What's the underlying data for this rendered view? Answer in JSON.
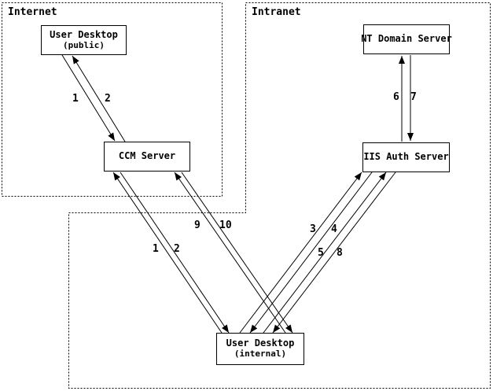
{
  "diagram": {
    "colors": {
      "ink": "#000000",
      "background": "#ffffff"
    },
    "regions": [
      {
        "id": "internet",
        "label": "Internet"
      },
      {
        "id": "intranet",
        "label": "Intranet"
      }
    ],
    "nodes": [
      {
        "id": "user-desktop-public",
        "title": "User Desktop",
        "subtitle": "(public)",
        "region": "internet"
      },
      {
        "id": "ccm-server",
        "title": "CCM Server",
        "subtitle": "",
        "region": "internet"
      },
      {
        "id": "nt-domain-server",
        "title": "NT Domain Server",
        "subtitle": "",
        "region": "intranet"
      },
      {
        "id": "iis-auth-server",
        "title": "IIS Auth Server",
        "subtitle": "",
        "region": "intranet"
      },
      {
        "id": "user-desktop-internal",
        "title": "User Desktop",
        "subtitle": "(internal)",
        "region": "intranet"
      }
    ],
    "edges": [
      {
        "label": "1",
        "from": "user-desktop-public",
        "to": "ccm-server"
      },
      {
        "label": "2",
        "from": "ccm-server",
        "to": "user-desktop-public"
      },
      {
        "label": "1",
        "from": "user-desktop-internal",
        "to": "ccm-server"
      },
      {
        "label": "2",
        "from": "ccm-server",
        "to": "user-desktop-internal"
      },
      {
        "label": "3",
        "from": "user-desktop-internal",
        "to": "iis-auth-server"
      },
      {
        "label": "4",
        "from": "iis-auth-server",
        "to": "user-desktop-internal"
      },
      {
        "label": "5",
        "from": "user-desktop-internal",
        "to": "iis-auth-server"
      },
      {
        "label": "6",
        "from": "iis-auth-server",
        "to": "nt-domain-server"
      },
      {
        "label": "7",
        "from": "nt-domain-server",
        "to": "iis-auth-server"
      },
      {
        "label": "8",
        "from": "iis-auth-server",
        "to": "user-desktop-internal"
      },
      {
        "label": "9",
        "from": "user-desktop-internal",
        "to": "ccm-server"
      },
      {
        "label": "10",
        "from": "ccm-server",
        "to": "user-desktop-internal"
      }
    ]
  }
}
